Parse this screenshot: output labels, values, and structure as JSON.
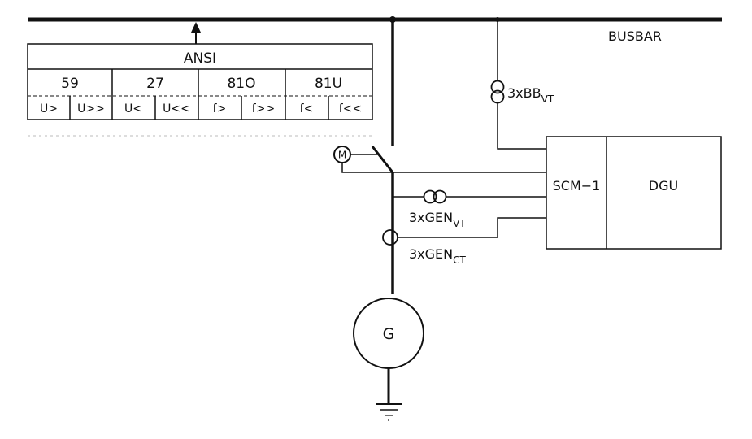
{
  "busbar": {
    "label": "BUSBAR"
  },
  "ansi_table": {
    "title": "ANSI",
    "groups": [
      {
        "code": "59",
        "functions": [
          "U>",
          "U>>"
        ]
      },
      {
        "code": "27",
        "functions": [
          "U<",
          "U<<"
        ]
      },
      {
        "code": "81O",
        "functions": [
          "f>",
          "f>>"
        ]
      },
      {
        "code": "81U",
        "functions": [
          "f<",
          "f<<"
        ]
      }
    ]
  },
  "transformers": {
    "busbar_vt": {
      "main": "3xBB",
      "sub": "VT"
    },
    "gen_vt": {
      "main": "3xGEN",
      "sub": "VT"
    },
    "gen_ct": {
      "main": "3xGEN",
      "sub": "CT"
    }
  },
  "motor": {
    "label": "M"
  },
  "generator": {
    "label": "G"
  },
  "controller": {
    "scm_label": "SCM−1",
    "dgu_label": "DGU"
  }
}
